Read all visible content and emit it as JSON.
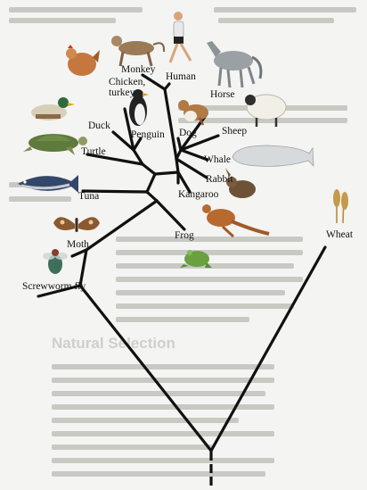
{
  "labels": {
    "chicken_turkey": "Chicken,\nturkey",
    "monkey": "Monkey",
    "human": "Human",
    "horse": "Horse",
    "duck": "Duck",
    "penguin": "Penguin",
    "dog": "Dog",
    "sheep": "Sheep",
    "turtle": "Turtle",
    "whale": "Whale",
    "rabbit": "Rabbit",
    "kangaroo": "Kangaroo",
    "tuna": "Tuna",
    "frog": "Frog",
    "wheat": "Wheat",
    "moth": "Moth",
    "screwworm_fly": "Screwworm fly"
  },
  "background_heading": "Natural Selection",
  "colors": {
    "branch": "#111111",
    "page": "#f4f4f2",
    "bleed_text": "#c9c9c4"
  }
}
